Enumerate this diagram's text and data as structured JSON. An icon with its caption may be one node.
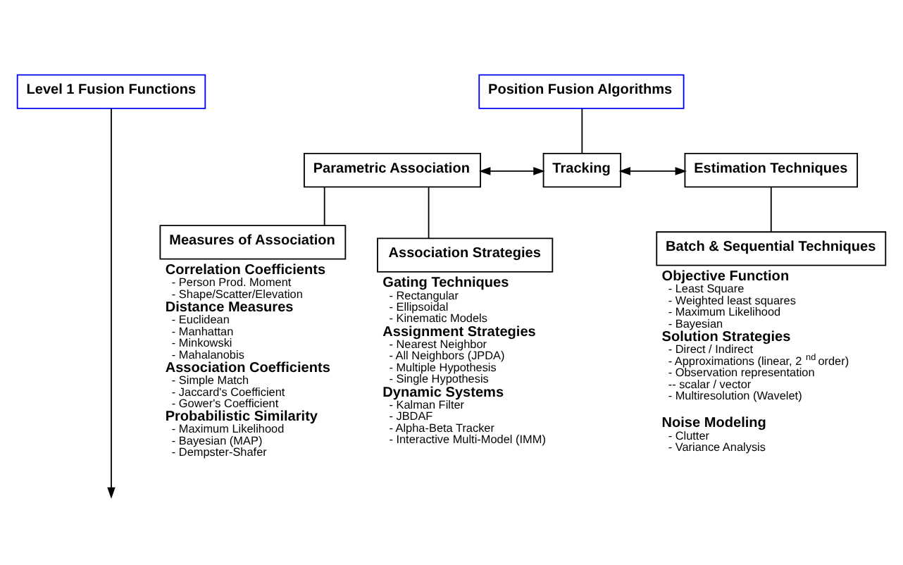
{
  "diagram": {
    "nodes": [
      {
        "text": [
          "Level 1 Fusion Functions"
        ]
      },
      {
        "text": [
          "Position Fusion Algorithms"
        ]
      },
      {
        "text": [
          "Parametric Association"
        ]
      },
      {
        "text": [
          "Tracking"
        ]
      },
      {
        "text": [
          "Estimation Techniques"
        ]
      },
      {
        "text": [
          "Measures of Association"
        ],
        "beside": [
          "Correlation Coefficients",
          "- Person Prod. Moment",
          "- Shape/Scatter/Elevation",
          "Distance Measures",
          "- Euclidean",
          "- Manhattan",
          "- Minkowski",
          "- Mahalanobis",
          "Association Coefficients",
          "- Simple Match",
          "- Jaccard's Coefficient",
          "- Gower's Coefficient",
          "Probabilistic Similarity",
          "- Maximum Likelihood",
          "- Bayesian (MAP)",
          "- Dempster-Shafer"
        ]
      },
      {
        "text": [
          "Association Strategies"
        ],
        "beside": [
          "Gating Techniques",
          "- Rectangular",
          "- Ellipsoidal",
          "- Kinematic Models",
          "Assignment Strategies",
          "- Nearest Neighbor",
          "- All Neighbors (JPDA)",
          "- Multiple Hypothesis",
          "- Single Hypothesis",
          "Dynamic Systems",
          "- Kalman Filter",
          "- JBDAF",
          "- Alpha-Beta Tracker",
          "- Interactive Multi-Model (IMM)"
        ]
      },
      {
        "text": [
          "Batch & Sequential Techniques"
        ],
        "beside": [
          "Objective Function",
          "- Least Square",
          "- Weighted least squares",
          "- Maximum Likelihood",
          "- Bayesian",
          "Solution Strategies",
          "- Direct / Indirect",
          "- Approximations (linear, 2$^{nd}$ order)",
          "- Observation representation",
          "-- scalar / vector",
          "- Multiresolution (Wavelet)",
          "Noise Modeling",
          "- Clutter",
          "- Variance Analysis"
        ]
      }
    ],
    "edges": [
      {
        "from": 0,
        "to": null,
        "arrow": "to"
      },
      {
        "from": 1,
        "to": 3,
        "arrow": "none"
      },
      {
        "from": 2,
        "to": 3,
        "arrow": "both"
      },
      {
        "from": 3,
        "to": 4,
        "arrow": "both"
      },
      {
        "from": 2,
        "to": 5,
        "arrow": "none"
      },
      {
        "from": 2,
        "to": 6,
        "arrow": "none"
      },
      {
        "from": 4,
        "to": 7,
        "arrow": "none"
      }
    ]
  }
}
